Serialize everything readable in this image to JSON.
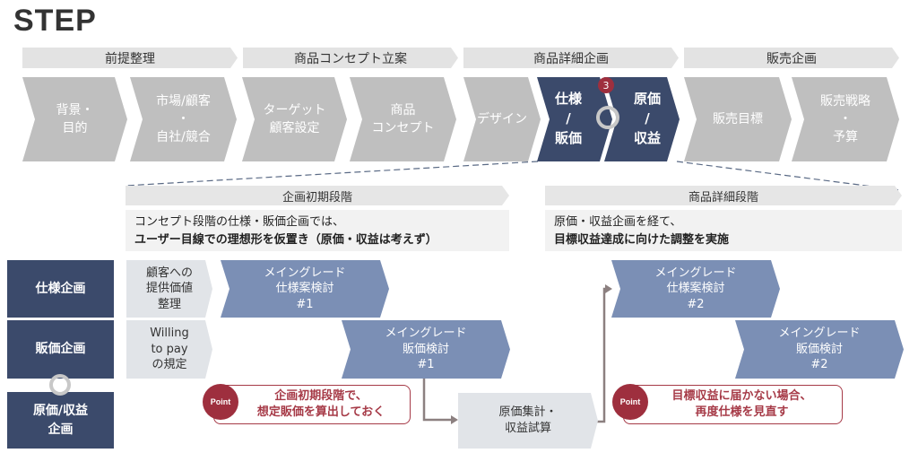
{
  "title": "STEP",
  "phases": [
    "前提整理",
    "商品コンセプト立案",
    "商品詳細企画",
    "販売企画"
  ],
  "steps": [
    "背景・\n目的",
    "市場/顧客\n・\n自社/競合",
    "ターゲット\n顧客設定",
    "商品\nコンセプト",
    "デザイン",
    "仕様\n/\n販価",
    "原価\n/\n収益",
    "販売目標",
    "販売戦略\n・\n予算"
  ],
  "step_badge": "3",
  "stages": [
    {
      "label": "企画初期段階",
      "desc_line1": "コンセプト段階の仕様・販価企画では、",
      "desc_line2": "ユーザー目線での理想形を仮置き（原価・収益は考えず）"
    },
    {
      "label": "商品詳細段階",
      "desc_line1": "原価・収益企画を経て、",
      "desc_line2": "目標収益達成に向けた調整を実施"
    }
  ],
  "rows": [
    "仕様企画",
    "販価企画",
    "原価/収益\n企画"
  ],
  "pre_tasks": [
    "顧客への\n提供価値\n整理",
    "Willing\nto pay\nの規定"
  ],
  "tasks": [
    "メイングレード\n仕様案検討\n#1",
    "メイングレード\n販価検討\n#1",
    "メイングレード\n仕様案検討\n#2",
    "メイングレード\n販価検討\n#2"
  ],
  "cost_task": "原価集計・\n収益試算",
  "points": [
    {
      "badge": "Point",
      "text": "企画初期段階で、\n想定販価を算出しておく"
    },
    {
      "badge": "Point",
      "text": "目標収益に届かない場合、\n再度仕様を見直す"
    }
  ],
  "colors": {
    "dark": "#3b4a6b",
    "blue": "#7b8fb5",
    "accent": "#a63a47"
  }
}
